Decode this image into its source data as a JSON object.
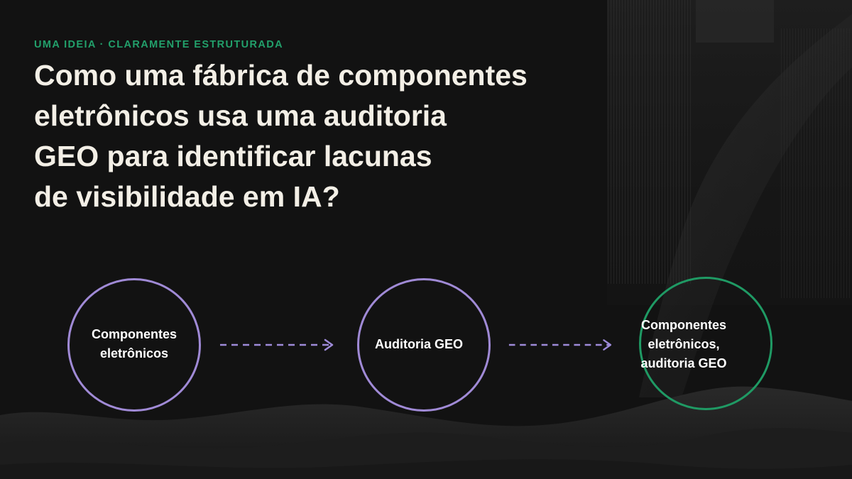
{
  "eyebrow": "UMA IDEIA · CLARAMENTE ESTRUTURADA",
  "headline": {
    "lines": [
      "Como uma fábrica de componentes",
      "eletrônicos usa uma auditoria",
      "GEO para identificar lacunas",
      "de visibilidade em IA?"
    ]
  },
  "flow": {
    "nodes": [
      {
        "lines": [
          "Componentes",
          "eletrônicos"
        ],
        "color": "#a08ad6"
      },
      {
        "lines": [
          "Auditoria GEO"
        ],
        "color": "#a08ad6"
      },
      {
        "lines": [
          "Componentes",
          "eletrônicos,",
          "auditoria GEO"
        ],
        "color": "#1f9a64"
      }
    ],
    "arrow_color": "#9d8ad8",
    "arrow_style": "dashed"
  },
  "colors": {
    "background": "#121212",
    "accent_green": "#22a06b",
    "headline_text": "#f3efe6"
  }
}
